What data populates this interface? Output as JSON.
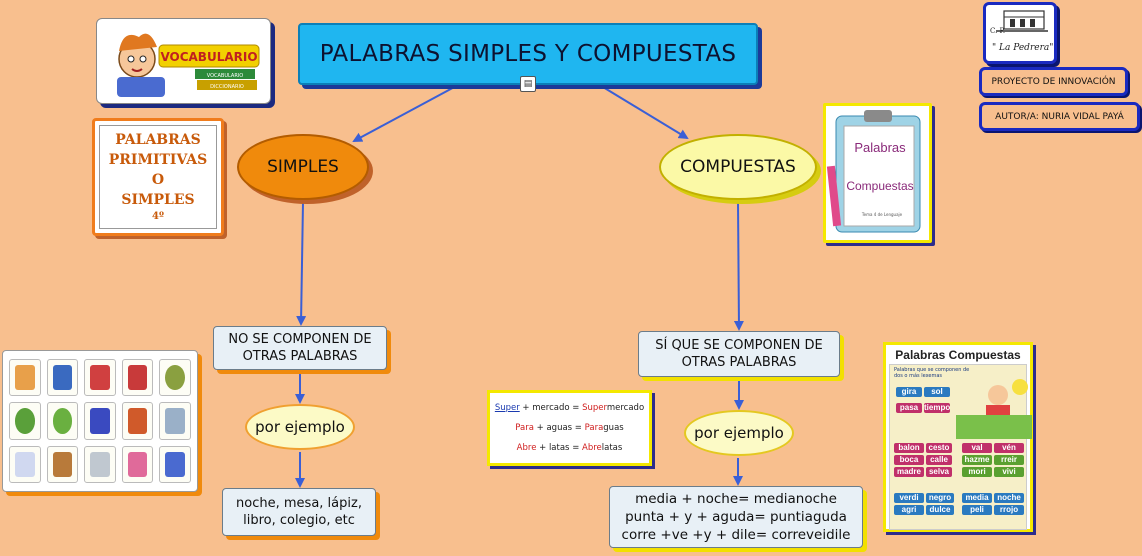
{
  "title": "PALABRAS SIMPLES Y COMPUESTAS",
  "nodes": {
    "simples": "SIMPLES",
    "compuestas": "COMPUESTAS",
    "no_se_componen": "NO SE COMPONEN DE\nOTRAS PALABRAS",
    "si_que_se_componen": "SÍ QUE SE COMPONEN DE\nOTRAS PALABRAS",
    "por_ejemplo_left": "por ejemplo",
    "por_ejemplo_right": "por ejemplo",
    "examples_simple": "noche, mesa, lápiz,\nlibro, colegio, etc",
    "examples_compound": "media + noche= medianoche\npunta + y + aguda= puntiaguda\ncorre +ve +y + dile= correveidile"
  },
  "cards": {
    "vocab_title": "VOCABULARIO",
    "vocab_book1": "VOCABULARIO",
    "vocab_book2": "DICCIONARIO",
    "primitivas_line1": "PALABRAS",
    "primitivas_line2": "PRIMITIVAS",
    "primitivas_line3": "O",
    "primitivas_line4": "SIMPLES",
    "primitivas_line5": "4º",
    "school_cp": "C. P.",
    "school_name": "\" La Pedrera\"",
    "proyecto": "PROYECTO DE INNOVACIÓN",
    "autor": "AUTOR/A: NURIA VIDAL PAYÁ",
    "clip_line1": "Palabras",
    "clip_line2": "Compuestas",
    "clip_line3": "Tema 4 de Lenguaje",
    "formula1_a": "Super",
    "formula1_b": " + mercado = ",
    "formula1_c": "Super",
    "formula1_d": "mercado",
    "formula2_a": "Para",
    "formula2_b": " + aguas = ",
    "formula2_c": "Para",
    "formula2_d": "guas",
    "formula3_a": "Abre",
    "formula3_b": " + latas = ",
    "formula3_c": "Abre",
    "formula3_d": "latas",
    "poster_title": "Palabras Compuestas",
    "poster_subtitle": "Palabras que se componen de dos o más lexemas",
    "poster_words": [
      "gira",
      "sol",
      "pasa",
      "tiempo",
      "balon",
      "cesto",
      "boca",
      "calle",
      "madre",
      "selva",
      "val",
      "vén",
      "hazme",
      "rreir",
      "mori",
      "vivi",
      "verdi",
      "negro",
      "agri",
      "dulce",
      "media",
      "noche",
      "peli",
      "rrojo"
    ]
  },
  "colors": {
    "background": "#f8bf8e",
    "title_fill": "#1fb6f0",
    "simples_fill": "#f08a0c",
    "compuestas_fill": "#fbf9a6",
    "link": "#3a5fd6"
  }
}
